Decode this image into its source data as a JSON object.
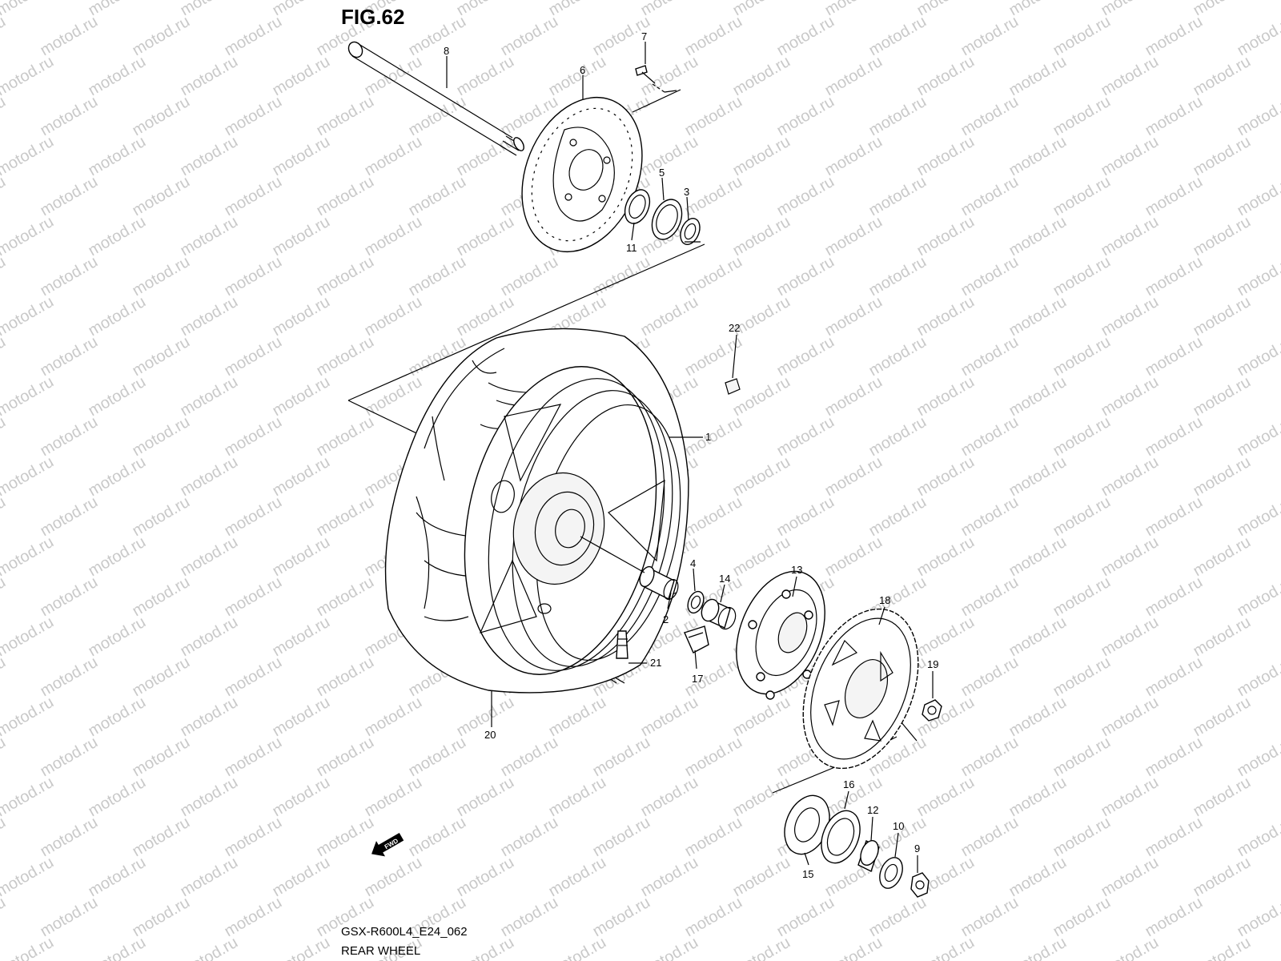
{
  "figure": {
    "title": "FIG.62",
    "code": "GSX-R600L4_E24_062",
    "name": "REAR WHEEL",
    "fwd_label": "FWD"
  },
  "watermark": "motod.ru",
  "callouts": {
    "c1": "1",
    "c2": "2",
    "c3": "3",
    "c4": "4",
    "c5": "5",
    "c6": "6",
    "c7": "7",
    "c8": "8",
    "c9": "9",
    "c10": "10",
    "c11": "11",
    "c12": "12",
    "c13": "13",
    "c14": "14",
    "c15": "15",
    "c16": "16",
    "c17": "17",
    "c18": "18",
    "c19": "19",
    "c20": "20",
    "c21": "21",
    "c22": "22"
  }
}
